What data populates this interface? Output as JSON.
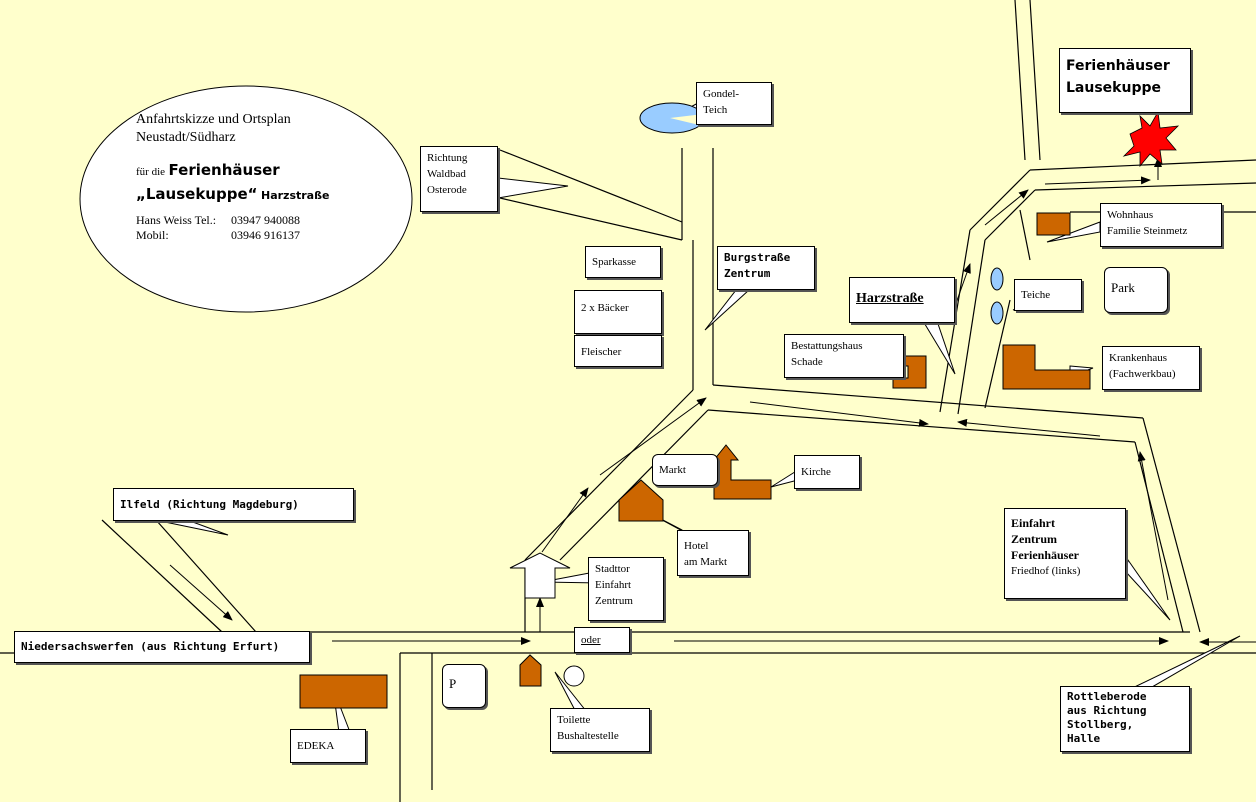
{
  "title": {
    "line1": "Anfahrtskizze und Ortsplan",
    "line2": "Neustadt/Südharz",
    "fuer_die": "für die",
    "ferienhaeuser": "Ferienhäuser",
    "lausekuppe": "„Lausekuppe“",
    "harzstrasse": "Harzstraße",
    "tel_label": "Hans Weiss Tel.:",
    "tel_number": "03947  940088",
    "mobil_label": "Mobil:",
    "mobil_number": "03946  916137"
  },
  "labels": {
    "gondelteich": [
      "Gondel-",
      "Teich"
    ],
    "richtung_waldbad": [
      "Richtung",
      "Waldbad",
      "Osterode"
    ],
    "sparkasse": "Sparkasse",
    "baecker": "2 x Bäcker",
    "fleischer": "Fleischer",
    "burgstrasse": [
      "Burgstraße",
      "Zentrum"
    ],
    "harzstrasse": "Harzstraße",
    "bestattungshaus": [
      "Bestattungshaus",
      "Schade"
    ],
    "ferienhaeuser_top": [
      "Ferienhäuser",
      "Lausekuppe"
    ],
    "wohnhaus": [
      "Wohnhaus",
      "Familie Steinmetz"
    ],
    "teiche": "Teiche",
    "park": "Park",
    "krankenhaus": [
      "Krankenhaus",
      "(Fachwerkbau)"
    ],
    "markt": "Markt",
    "kirche": "Kirche",
    "hotel": [
      "Hotel",
      "am Markt"
    ],
    "ilfeld": "Ilfeld  (Richtung Magdeburg)",
    "stadttor": [
      "Stadttor",
      "Einfahrt",
      "Zentrum"
    ],
    "einfahrt": [
      "Einfahrt",
      "Zentrum",
      "Ferienhäuser"
    ],
    "friedhof": "Friedhof (links)",
    "niedersachswerfen": "Niedersachswerfen (aus Richtung Erfurt)",
    "oder": "oder",
    "parking": "P",
    "edeka": "EDEKA",
    "toilette": [
      "Toilette",
      "Bushaltestelle"
    ],
    "rottleberode": [
      "Rottleberode",
      "aus Richtung",
      "Stollberg,",
      "Halle"
    ]
  },
  "colors": {
    "background": "#FFFFCC",
    "building": "#CC6600",
    "water": "#99CCFF",
    "star": "#FF0000"
  }
}
